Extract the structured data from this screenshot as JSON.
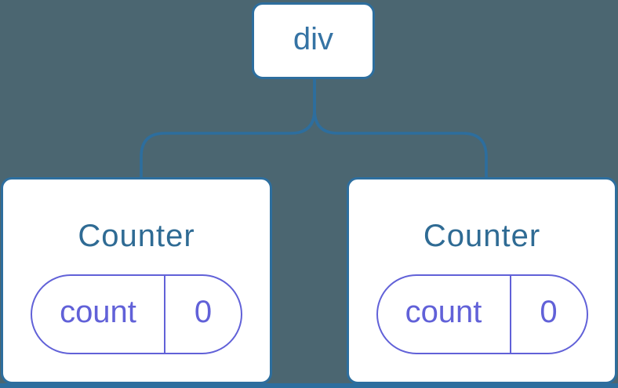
{
  "colors": {
    "background": "#4B6671",
    "node_border": "#2D6E9E",
    "node_text": "#3573A4",
    "card_title": "#2F6B94",
    "state": "#6161D8",
    "card_bg": "#FFFFFF"
  },
  "diagram": {
    "type": "component-tree",
    "root": {
      "label": "div"
    },
    "children": [
      {
        "title": "Counter",
        "state": {
          "name": "count",
          "value": "0"
        }
      },
      {
        "title": "Counter",
        "state": {
          "name": "count",
          "value": "0"
        }
      }
    ]
  }
}
